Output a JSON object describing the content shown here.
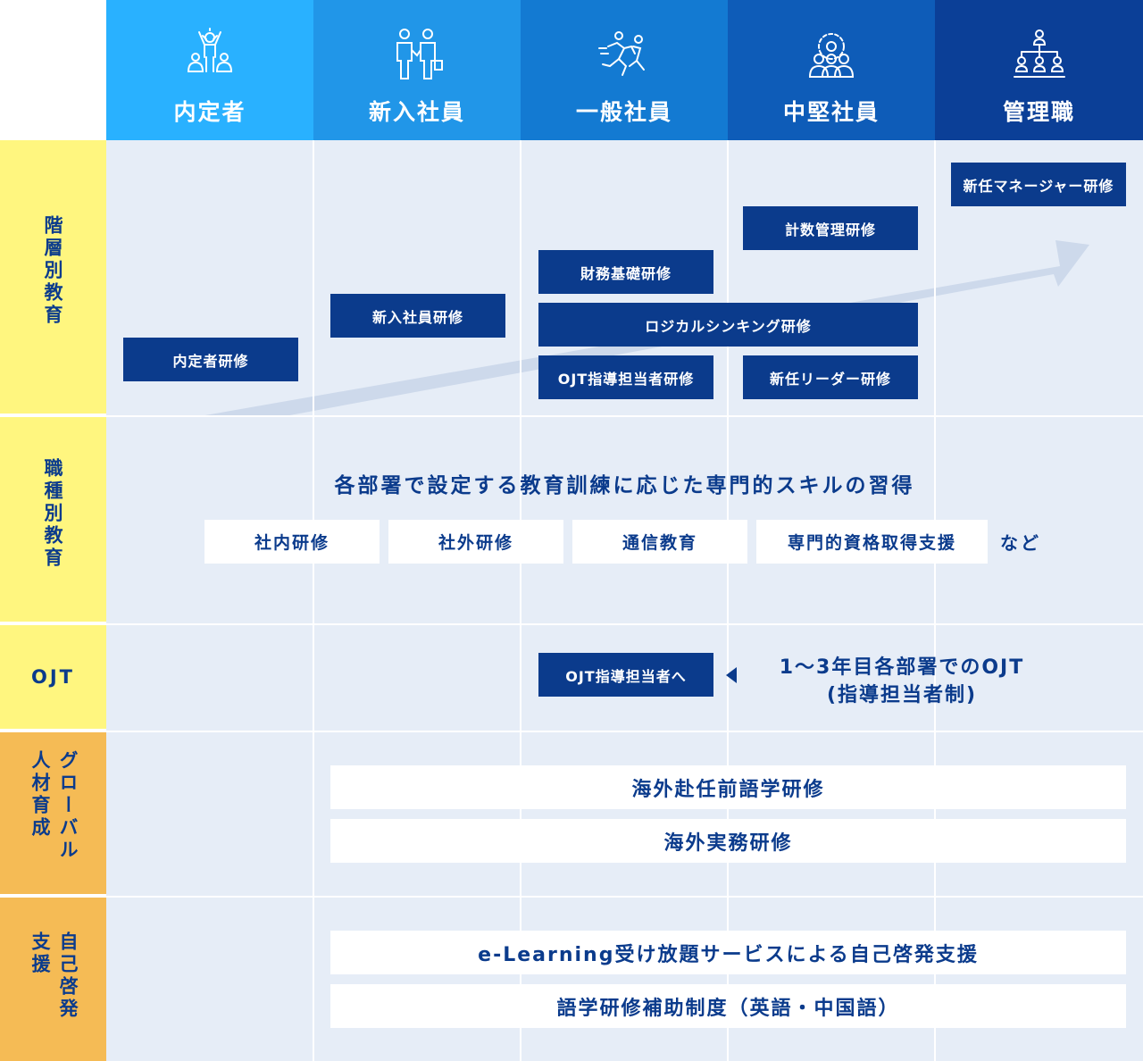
{
  "header": {
    "columns": [
      {
        "label": "内定者",
        "icon": "celebrating-people-icon",
        "color": "#29b1ff"
      },
      {
        "label": "新入社員",
        "icon": "handshake-icon",
        "color": "#2196e8"
      },
      {
        "label": "一般社員",
        "icon": "running-people-icon",
        "color": "#137ad2"
      },
      {
        "label": "中堅社員",
        "icon": "team-gear-icon",
        "color": "#0e5cb8"
      },
      {
        "label": "管理職",
        "icon": "org-chart-icon",
        "color": "#0b3f97"
      }
    ]
  },
  "rows": {
    "stratified": {
      "label": "階層別教育",
      "courses": {
        "naiteisha": "内定者研修",
        "shinnyu": "新入社員研修",
        "zaimu": "財務基礎研修",
        "logical": "ロジカルシンキング研修",
        "ojt_trainer": "OJT指導担当者研修",
        "keisu": "計数管理研修",
        "leader": "新任リーダー研修",
        "manager": "新任マネージャー研修"
      }
    },
    "functional": {
      "label": "職種別教育",
      "description": "各部署で設定する教育訓練に応じた専門的スキルの習得",
      "items": [
        "社内研修",
        "社外研修",
        "通信教育",
        "専門的資格取得支援"
      ],
      "suffix": "など"
    },
    "ojt": {
      "label": "OJT",
      "box": "OJT指導担当者へ",
      "note_line1": "1〜3年目各部署でのOJT",
      "note_line2": "(指導担当者制)"
    },
    "global": {
      "label_line1": "グローバル",
      "label_line2": "人材育成",
      "items": [
        "海外赴任前語学研修",
        "海外実務研修"
      ]
    },
    "self_dev": {
      "label_line1": "自己啓発",
      "label_line2": "支援",
      "items": [
        "e-Learning受け放題サービスによる自己啓発支援",
        "語学研修補助制度（英語・中国語）"
      ]
    }
  },
  "colors": {
    "navy": "#0b3b8c",
    "grid_bg": "#e6edf7",
    "label_yellow": "#fff67f",
    "label_orange": "#f5bb55",
    "arrow": "#cdd9eb"
  }
}
